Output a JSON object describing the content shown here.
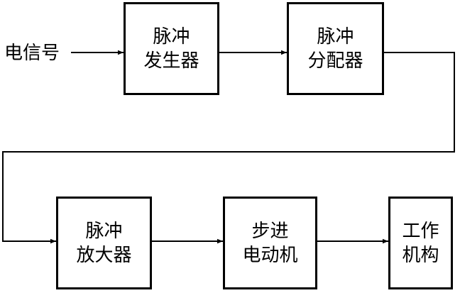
{
  "diagram": {
    "input_label": "电信号",
    "blocks": [
      {
        "id": "pulse-generator",
        "lines": [
          "脉冲",
          "发生器"
        ]
      },
      {
        "id": "pulse-distributor",
        "lines": [
          "脉冲",
          "分配器"
        ]
      },
      {
        "id": "pulse-amplifier",
        "lines": [
          "脉冲",
          "放大器"
        ]
      },
      {
        "id": "stepper-motor",
        "lines": [
          "步进",
          "电动机"
        ]
      },
      {
        "id": "working-mechanism",
        "lines": [
          "工作",
          "机构"
        ]
      }
    ],
    "colors": {
      "stroke": "#000000",
      "background": "#ffffff"
    }
  }
}
